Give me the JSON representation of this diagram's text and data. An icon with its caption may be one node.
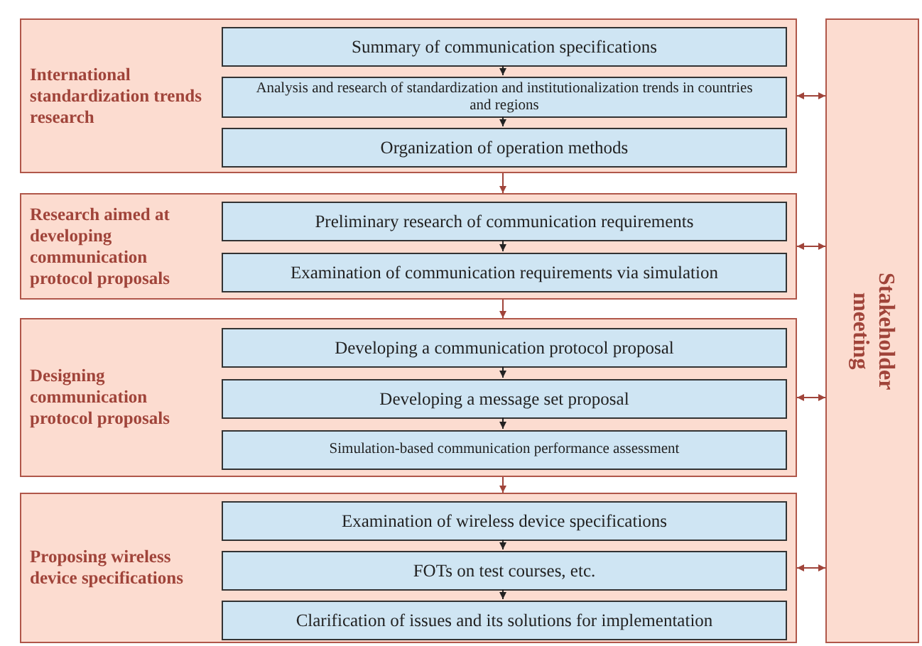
{
  "diagram": {
    "nodes": [
      {
        "text": [
          "International standardization trends research"
        ]
      },
      {
        "text": [
          "Summary of communication specifications"
        ],
        "in": 0
      },
      {
        "text": [
          "Analysis and research of standardization and institutionalization trends in countries and regions"
        ],
        "in": 0
      },
      {
        "text": [
          "Organization of operation methods"
        ],
        "in": 0
      },
      {
        "text": [
          "Research aimed at developing communication protocol proposals"
        ]
      },
      {
        "text": [
          "Preliminary research of communication requirements"
        ],
        "in": 4
      },
      {
        "text": [
          "Examination of communication requirements via simulation"
        ],
        "in": 4
      },
      {
        "text": [
          "Designing communication protocol proposals"
        ]
      },
      {
        "text": [
          "Developing a communication protocol proposal"
        ],
        "in": 7
      },
      {
        "text": [
          "Developing a message set proposal"
        ],
        "in": 7
      },
      {
        "text": [
          "Simulation-based communication performance assessment"
        ],
        "in": 7
      },
      {
        "text": [
          "Proposing wireless device specifications"
        ]
      },
      {
        "text": [
          "Examination of wireless device specifications"
        ],
        "in": 11
      },
      {
        "text": [
          "FOTs on test courses, etc."
        ],
        "in": 11
      },
      {
        "text": [
          "Clarification of issues and its solutions for implementation"
        ],
        "in": 11
      },
      {
        "text": [
          "Stakeholder meeting"
        ]
      }
    ],
    "edges": [
      {
        "from": 1,
        "to": 2,
        "arrow": "to",
        "color": "#222222"
      },
      {
        "from": 2,
        "to": 3,
        "arrow": "to",
        "color": "#222222"
      },
      {
        "from": 0,
        "to": 4,
        "arrow": "to",
        "color": "#a0443a"
      },
      {
        "from": 5,
        "to": 6,
        "arrow": "to",
        "color": "#222222"
      },
      {
        "from": 4,
        "to": 7,
        "arrow": "to",
        "color": "#a0443a"
      },
      {
        "from": 8,
        "to": 9,
        "arrow": "to",
        "color": "#222222"
      },
      {
        "from": 9,
        "to": 10,
        "arrow": "to",
        "color": "#222222"
      },
      {
        "from": 7,
        "to": 11,
        "arrow": "to",
        "color": "#a0443a"
      },
      {
        "from": 12,
        "to": 13,
        "arrow": "to",
        "color": "#222222"
      },
      {
        "from": 13,
        "to": 14,
        "arrow": "to",
        "color": "#222222"
      },
      {
        "from": 0,
        "to": 15,
        "arrow": "both",
        "color": "#a0443a"
      },
      {
        "from": 4,
        "to": 15,
        "arrow": "both",
        "color": "#a0443a"
      },
      {
        "from": 7,
        "to": 15,
        "arrow": "both",
        "color": "#a0443a"
      },
      {
        "from": 11,
        "to": 15,
        "arrow": "both",
        "color": "#a0443a"
      }
    ]
  }
}
